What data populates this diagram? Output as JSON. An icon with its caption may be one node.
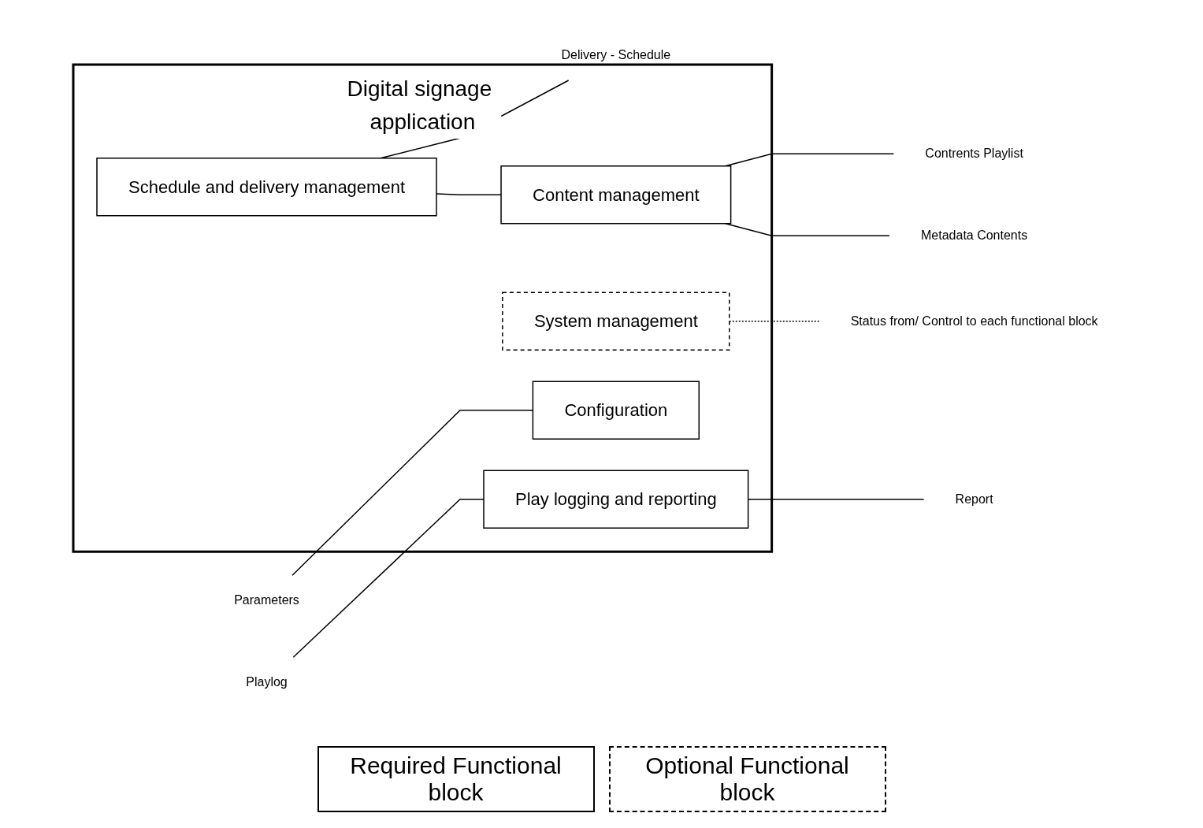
{
  "diagram": {
    "nodes": [
      {
        "text": [
          "Digital signage application"
        ]
      },
      {
        "text": [
          "Configuration"
        ],
        "in": 0
      },
      {
        "text": [
          "System management"
        ],
        "in": 0
      },
      {
        "text": [
          "Play logging and reporting"
        ],
        "in": 0
      },
      {
        "text": [
          "Schedule and delivery management"
        ],
        "in": 0
      },
      {
        "text": [
          "Content management"
        ],
        "in": 0
      },
      {
        "text": [
          "Parameters"
        ]
      },
      {
        "text": [
          "Playlog"
        ]
      },
      {
        "text": [
          "Report"
        ]
      },
      {
        "text": [
          "Metadata Contents"
        ]
      },
      {
        "text": [
          "Delivery - Schedule"
        ]
      },
      {
        "text": [
          "Contrents Playlist"
        ]
      },
      {
        "text": [
          "Status from/ Control to each functional block"
        ]
      }
    ],
    "edges": [
      {
        "from": 6,
        "to": 1,
        "arrow": "none"
      },
      {
        "from": 7,
        "to": 3,
        "arrow": "none"
      },
      {
        "from": 3,
        "to": 8,
        "arrow": "none"
      },
      {
        "from": 4,
        "to": 5,
        "arrow": "none"
      },
      {
        "from": 5,
        "to": 9,
        "arrow": "none"
      },
      {
        "from": 4,
        "to": 10,
        "arrow": "none"
      },
      {
        "from": 5,
        "to": 11,
        "arrow": "none"
      },
      {
        "from": 2,
        "to": 12,
        "arrow": "none",
        "style": "dashed"
      }
    ],
    "legend": [
      {
        "text": "Required Functional block"
      },
      {
        "text": "Optional Functional block"
      }
    ]
  }
}
